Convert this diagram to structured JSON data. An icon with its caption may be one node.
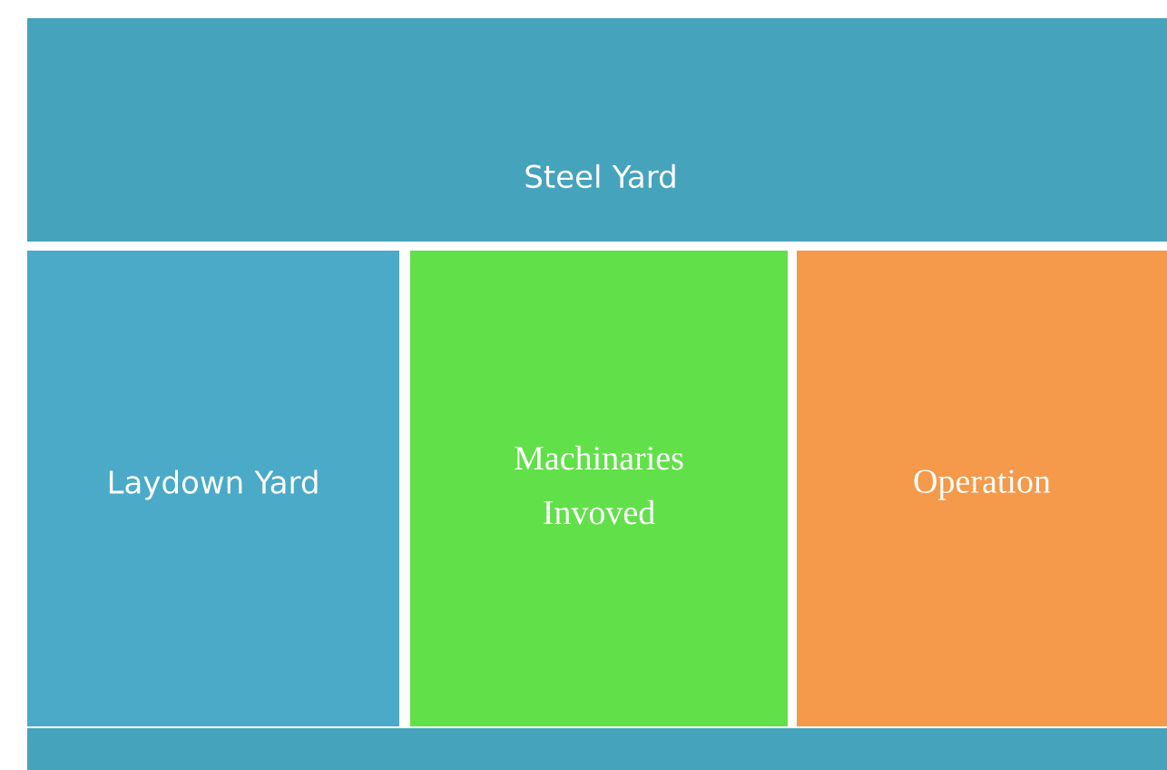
{
  "diagram": {
    "nodes": [
      {
        "text": [
          "Steel Yard"
        ]
      },
      {
        "text": [
          "Laydown Yard"
        ]
      },
      {
        "text": [
          "Machinaries Invoved"
        ]
      },
      {
        "text": [
          "Operation"
        ]
      },
      {
        "text": [],
        "shape": "bar"
      }
    ]
  }
}
